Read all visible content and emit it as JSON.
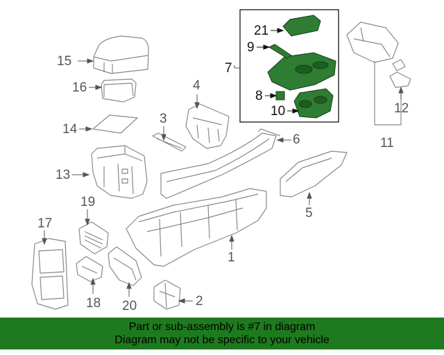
{
  "callouts": {
    "c1": "1",
    "c2": "2",
    "c3": "3",
    "c4": "4",
    "c5": "5",
    "c6": "6",
    "c7": "7",
    "c8": "8",
    "c9": "9",
    "c10": "10",
    "c11": "11",
    "c12": "12",
    "c13": "13",
    "c14": "14",
    "c15": "15",
    "c16": "16",
    "c17": "17",
    "c18": "18",
    "c19": "19",
    "c20": "20",
    "c21": "21"
  },
  "banner": {
    "line1": "Part or sub-assembly is #7 in diagram",
    "line2": "Diagram may not be specific to your vehicle"
  },
  "colors": {
    "highlight": "#2e7d32",
    "banner": "#1e7a1e",
    "line_art": "#888888"
  }
}
